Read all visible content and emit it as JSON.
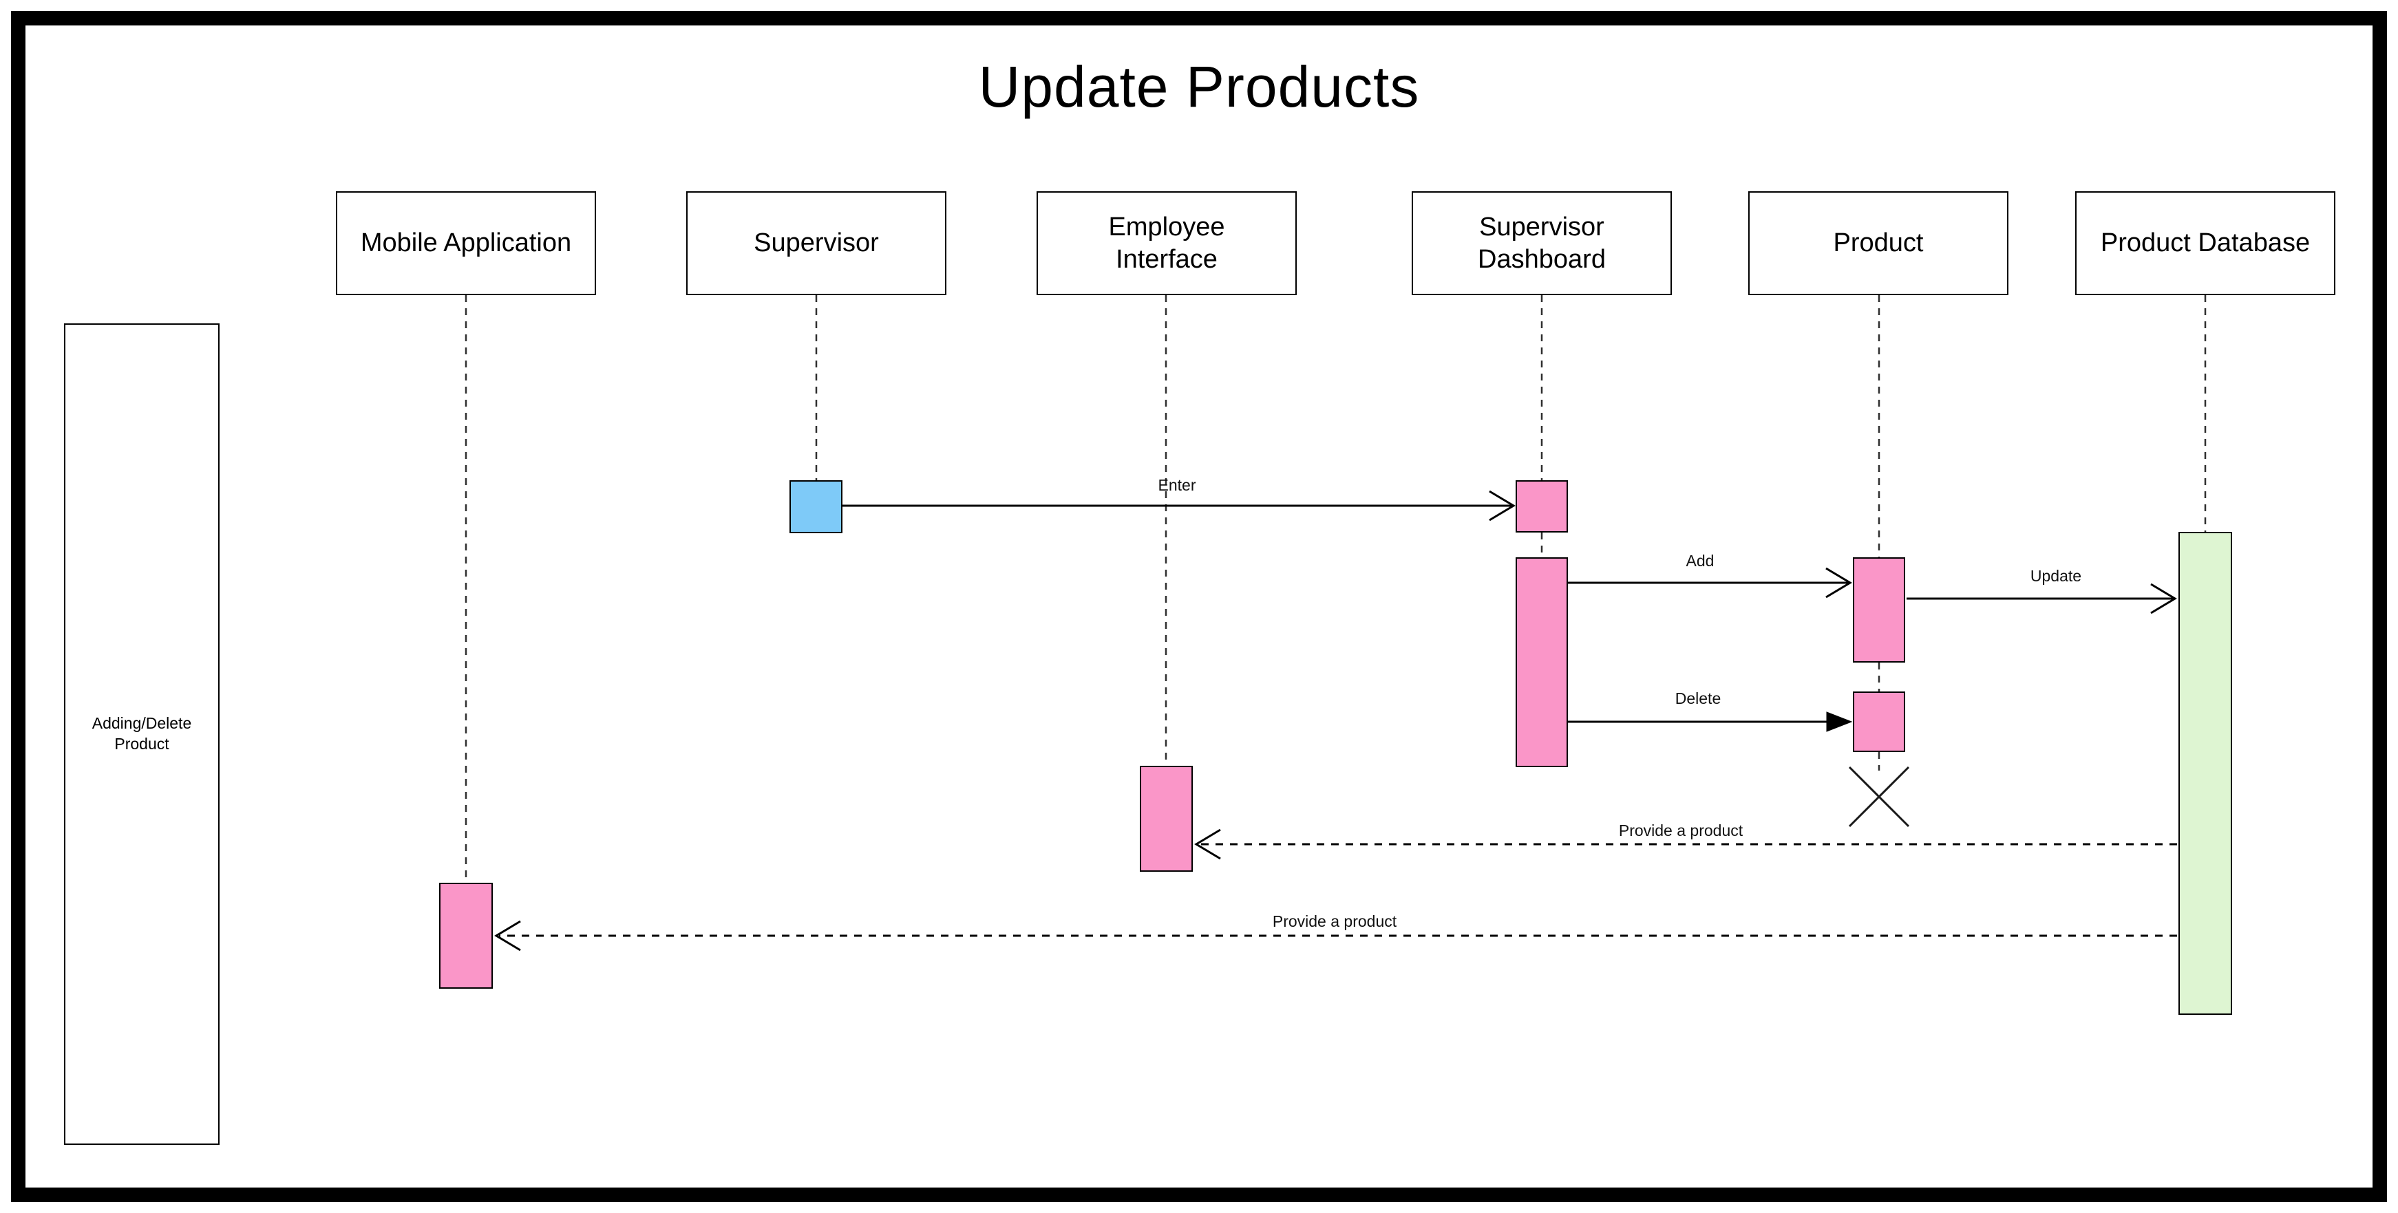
{
  "diagram": {
    "title": "Update Products",
    "type": "uml-sequence-diagram"
  },
  "lifelines": [
    {
      "name": "Mobile Application"
    },
    {
      "name": "Supervisor"
    },
    {
      "name": "Employee Interface"
    },
    {
      "name": "Supervisor Dashboard"
    },
    {
      "name": "Product"
    },
    {
      "name": "Product Database"
    }
  ],
  "fragment": {
    "label": "Adding/Delete Product"
  },
  "messages": [
    {
      "label": "Enter",
      "from": "Supervisor",
      "to": "Supervisor Dashboard",
      "line": "solid",
      "arrowhead": "open"
    },
    {
      "label": "Add",
      "from": "Supervisor Dashboard",
      "to": "Product",
      "line": "solid",
      "arrowhead": "open"
    },
    {
      "label": "Update",
      "from": "Product",
      "to": "Product Database",
      "line": "solid",
      "arrowhead": "open"
    },
    {
      "label": "Delete",
      "from": "Supervisor Dashboard",
      "to": "Product",
      "line": "solid",
      "arrowhead": "filled"
    },
    {
      "label": "Provide a product",
      "from": "Product Database",
      "to": "Employee Interface",
      "line": "dashed",
      "arrowhead": "open"
    },
    {
      "label": "Provide a product",
      "from": "Product Database",
      "to": "Mobile Application",
      "line": "dashed",
      "arrowhead": "open"
    }
  ],
  "markers": {
    "destroy_x_on": "Product"
  },
  "colors": {
    "actor_activation_blue": "#7ecaf8",
    "activation_pink": "#fa96c8",
    "database_activation_green": "#def5d2",
    "line_black": "#000000"
  }
}
